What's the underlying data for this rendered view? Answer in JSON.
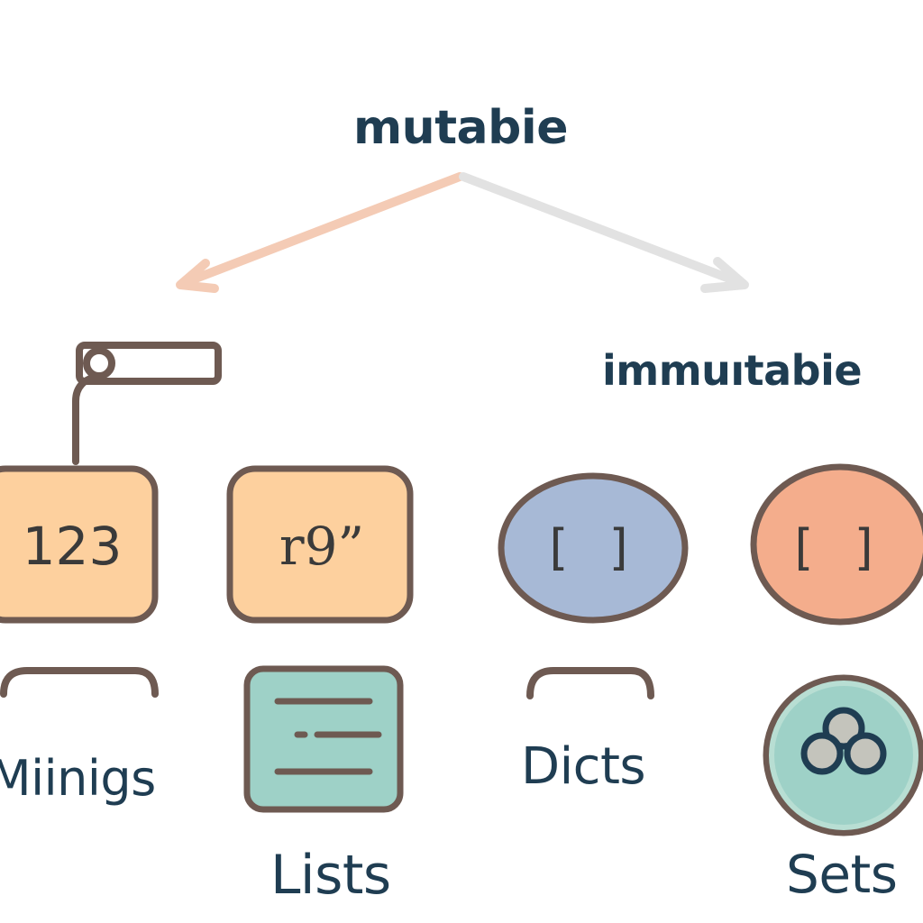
{
  "diagram": {
    "title": "mutabie",
    "subtitle": "immuıtabie",
    "nodes": {
      "numbers_box_text": "123",
      "strings_box_text": "r9”",
      "dict_oval_text": "[ ]",
      "set_oval_text": "[ ]"
    },
    "labels": {
      "minings": "Miinigs",
      "dicts": "Dicts",
      "lists": "Lists",
      "sets": "Sets"
    },
    "colors": {
      "outline": "#6e5a52",
      "text": "#1f3d52",
      "orange_fill": "#fdd09e",
      "blue_fill": "#a7b9d6",
      "salmon_fill": "#f4ad8c",
      "teal_fill": "#9ed1c7",
      "arrow_left": "#f4cbb5",
      "arrow_right": "#e2e2e2"
    }
  }
}
